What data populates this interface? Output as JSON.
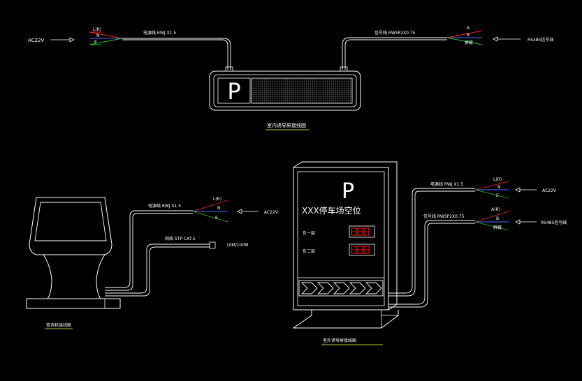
{
  "top": {
    "input_label": "AC22V",
    "cable_label": "电源线 RWJ X1.5",
    "signal_cable_label": "信号线 RWSP2X0.75",
    "signal_label": "RS485信号线",
    "caption": "室内诱导屏接线图",
    "left_wires": [
      "L(R)",
      "N",
      "E"
    ],
    "right_wires": [
      "A",
      "B",
      "屏蔽"
    ],
    "sign_letter": "P"
  },
  "query": {
    "cable_label": "电源线 RWJ X1.5",
    "input_label": "AC22V",
    "net_cable_label": "网线 STP CAT-5",
    "net_label": "10M/100M",
    "caption": "查询机接线图",
    "wires": [
      "L(R)",
      "N",
      "E"
    ]
  },
  "outdoor": {
    "sign_letter": "P",
    "title": "XXX停车场空位",
    "floor1": "负一层",
    "floor2": "负二层",
    "cable_label": "电源线 RWJ X1.5",
    "input_label": "AC22V",
    "signal_cable_label": "信号线 RWSP2X0.75",
    "signal_label": "RS485信号线",
    "caption": "室外诱导屏接线图",
    "power_wires": [
      "L(R)",
      "N",
      "E"
    ],
    "signal_wires": [
      "A(R)",
      "B",
      "屏蔽"
    ]
  },
  "colors": {
    "background": "#000000",
    "line": "#ffffff",
    "wire_red": "#ff2020",
    "wire_blue": "#4a6bff",
    "wire_green": "#22c422",
    "led_red": "#ff1a1a",
    "caption_underline": "#ffff55"
  }
}
